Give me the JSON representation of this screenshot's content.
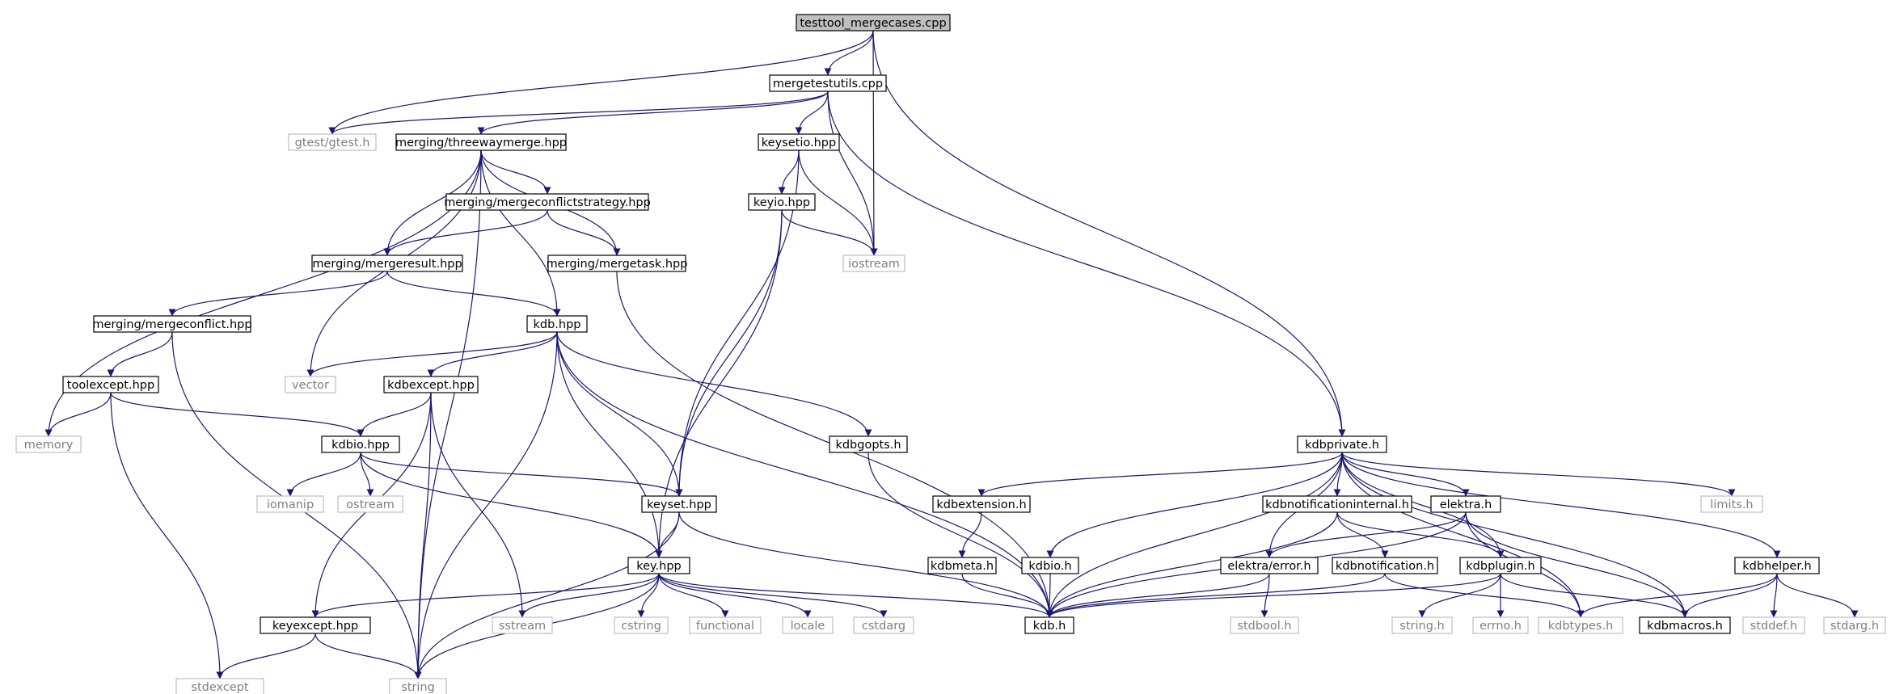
{
  "colors": {
    "edge": "#191970",
    "node_border": "#000000",
    "external_border": "#bfbfbf",
    "external_text": "#7f7f7f",
    "root_fill": "#bfbfbf",
    "text": "#000000"
  },
  "nodes": [
    {
      "id": "root",
      "label": "testtool_mergecases.cpp",
      "kind": "root"
    },
    {
      "id": "mergetestutils",
      "label": "mergetestutils.cpp",
      "kind": "normal"
    },
    {
      "id": "gtest",
      "label": "gtest/gtest.h",
      "kind": "external"
    },
    {
      "id": "threewaymerge",
      "label": "merging/threewaymerge.hpp",
      "kind": "normal"
    },
    {
      "id": "keysetio",
      "label": "keysetio.hpp",
      "kind": "normal"
    },
    {
      "id": "mcstrategy",
      "label": "merging/mergeconflictstrategy.hpp",
      "kind": "normal"
    },
    {
      "id": "keyio",
      "label": "keyio.hpp",
      "kind": "normal"
    },
    {
      "id": "mergeresult",
      "label": "merging/mergeresult.hpp",
      "kind": "normal"
    },
    {
      "id": "mergetask",
      "label": "merging/mergetask.hpp",
      "kind": "normal"
    },
    {
      "id": "iostream",
      "label": "iostream",
      "kind": "external"
    },
    {
      "id": "mergeconflict",
      "label": "merging/mergeconflict.hpp",
      "kind": "normal"
    },
    {
      "id": "kdbhpp",
      "label": "kdb.hpp",
      "kind": "normal"
    },
    {
      "id": "toolexcept",
      "label": "toolexcept.hpp",
      "kind": "normal"
    },
    {
      "id": "vector",
      "label": "vector",
      "kind": "external"
    },
    {
      "id": "kdbexcept",
      "label": "kdbexcept.hpp",
      "kind": "normal"
    },
    {
      "id": "memory",
      "label": "memory",
      "kind": "external"
    },
    {
      "id": "kdbio",
      "label": "kdbio.hpp",
      "kind": "normal"
    },
    {
      "id": "kdbgopts",
      "label": "kdbgopts.h",
      "kind": "normal"
    },
    {
      "id": "kdbprivate",
      "label": "kdbprivate.h",
      "kind": "normal"
    },
    {
      "id": "iomanip",
      "label": "iomanip",
      "kind": "external"
    },
    {
      "id": "ostream",
      "label": "ostream",
      "kind": "external"
    },
    {
      "id": "keyset",
      "label": "keyset.hpp",
      "kind": "normal"
    },
    {
      "id": "kdbextension",
      "label": "kdbextension.h",
      "kind": "normal"
    },
    {
      "id": "kdbnotifint",
      "label": "kdbnotificationinternal.h",
      "kind": "normal"
    },
    {
      "id": "elektrah",
      "label": "elektra.h",
      "kind": "normal"
    },
    {
      "id": "limits",
      "label": "limits.h",
      "kind": "external"
    },
    {
      "id": "keyhpp",
      "label": "key.hpp",
      "kind": "normal"
    },
    {
      "id": "kdbmeta",
      "label": "kdbmeta.h",
      "kind": "normal"
    },
    {
      "id": "kdbioh",
      "label": "kdbio.h",
      "kind": "normal"
    },
    {
      "id": "elektraerror",
      "label": "elektra/error.h",
      "kind": "normal"
    },
    {
      "id": "kdbnotif",
      "label": "kdbnotification.h",
      "kind": "normal"
    },
    {
      "id": "kdbplugin",
      "label": "kdbplugin.h",
      "kind": "normal"
    },
    {
      "id": "kdbhelper",
      "label": "kdbhelper.h",
      "kind": "normal"
    },
    {
      "id": "keyexcept",
      "label": "keyexcept.hpp",
      "kind": "normal"
    },
    {
      "id": "sstream",
      "label": "sstream",
      "kind": "external"
    },
    {
      "id": "cstring",
      "label": "cstring",
      "kind": "external"
    },
    {
      "id": "functional",
      "label": "functional",
      "kind": "external"
    },
    {
      "id": "locale",
      "label": "locale",
      "kind": "external"
    },
    {
      "id": "cstdarg",
      "label": "cstdarg",
      "kind": "external"
    },
    {
      "id": "kdbh",
      "label": "kdb.h",
      "kind": "normal"
    },
    {
      "id": "stdbool",
      "label": "stdbool.h",
      "kind": "external"
    },
    {
      "id": "stringh",
      "label": "string.h",
      "kind": "external"
    },
    {
      "id": "errno",
      "label": "errno.h",
      "kind": "external"
    },
    {
      "id": "kdbtypes",
      "label": "kdbtypes.h",
      "kind": "external"
    },
    {
      "id": "kdbmacros",
      "label": "kdbmacros.h",
      "kind": "normal"
    },
    {
      "id": "stddef",
      "label": "stddef.h",
      "kind": "external"
    },
    {
      "id": "stdarg",
      "label": "stdarg.h",
      "kind": "external"
    },
    {
      "id": "stdexcept",
      "label": "stdexcept",
      "kind": "external"
    },
    {
      "id": "string",
      "label": "string",
      "kind": "external"
    }
  ],
  "edges": [
    [
      "root",
      "mergetestutils"
    ],
    [
      "root",
      "gtest"
    ],
    [
      "root",
      "iostream"
    ],
    [
      "root",
      "kdbprivate"
    ],
    [
      "mergetestutils",
      "gtest"
    ],
    [
      "mergetestutils",
      "threewaymerge"
    ],
    [
      "mergetestutils",
      "keysetio"
    ],
    [
      "mergetestutils",
      "iostream"
    ],
    [
      "mergetestutils",
      "kdbprivate"
    ],
    [
      "threewaymerge",
      "mcstrategy"
    ],
    [
      "threewaymerge",
      "mergeresult"
    ],
    [
      "threewaymerge",
      "mergetask"
    ],
    [
      "threewaymerge",
      "kdbhpp"
    ],
    [
      "threewaymerge",
      "vector"
    ],
    [
      "threewaymerge",
      "memory"
    ],
    [
      "threewaymerge",
      "string"
    ],
    [
      "mcstrategy",
      "mergeresult"
    ],
    [
      "mcstrategy",
      "mergetask"
    ],
    [
      "mergeresult",
      "mergeconflict"
    ],
    [
      "mergeresult",
      "kdbhpp"
    ],
    [
      "mergetask",
      "kdbh"
    ],
    [
      "mergeconflict",
      "toolexcept"
    ],
    [
      "mergeconflict",
      "string"
    ],
    [
      "toolexcept",
      "memory"
    ],
    [
      "toolexcept",
      "kdbio"
    ],
    [
      "toolexcept",
      "stdexcept"
    ],
    [
      "keysetio",
      "keyio"
    ],
    [
      "keysetio",
      "iostream"
    ],
    [
      "keysetio",
      "keyset"
    ],
    [
      "keyio",
      "iostream"
    ],
    [
      "keyio",
      "keyset"
    ],
    [
      "keyio",
      "keyhpp"
    ],
    [
      "kdbhpp",
      "vector"
    ],
    [
      "kdbhpp",
      "kdbexcept"
    ],
    [
      "kdbhpp",
      "kdbgopts"
    ],
    [
      "kdbhpp",
      "keyset"
    ],
    [
      "kdbhpp",
      "keyhpp"
    ],
    [
      "kdbhpp",
      "kdbh"
    ],
    [
      "kdbhpp",
      "string"
    ],
    [
      "kdbexcept",
      "kdbio"
    ],
    [
      "kdbexcept",
      "keyexcept"
    ],
    [
      "kdbexcept",
      "sstream"
    ],
    [
      "kdbexcept",
      "string"
    ],
    [
      "kdbio",
      "iomanip"
    ],
    [
      "kdbio",
      "ostream"
    ],
    [
      "kdbio",
      "keyset"
    ],
    [
      "kdbio",
      "keyhpp"
    ],
    [
      "kdbgopts",
      "kdbh"
    ],
    [
      "keyset",
      "keyhpp"
    ],
    [
      "keyset",
      "kdbh"
    ],
    [
      "keyset",
      "string"
    ],
    [
      "keyhpp",
      "keyexcept"
    ],
    [
      "keyhpp",
      "sstream"
    ],
    [
      "keyhpp",
      "cstring"
    ],
    [
      "keyhpp",
      "functional"
    ],
    [
      "keyhpp",
      "locale"
    ],
    [
      "keyhpp",
      "cstdarg"
    ],
    [
      "keyhpp",
      "kdbh"
    ],
    [
      "keyhpp",
      "string"
    ],
    [
      "keyexcept",
      "stdexcept"
    ],
    [
      "keyexcept",
      "string"
    ],
    [
      "kdbprivate",
      "kdbextension"
    ],
    [
      "kdbprivate",
      "kdbnotifint"
    ],
    [
      "kdbprivate",
      "elektrah"
    ],
    [
      "kdbprivate",
      "limits"
    ],
    [
      "kdbprivate",
      "kdbioh"
    ],
    [
      "kdbprivate",
      "elektraerror"
    ],
    [
      "kdbprivate",
      "kdbplugin"
    ],
    [
      "kdbprivate",
      "kdbh"
    ],
    [
      "kdbprivate",
      "kdbtypes"
    ],
    [
      "kdbprivate",
      "kdbmacros"
    ],
    [
      "kdbprivate",
      "kdbhelper"
    ],
    [
      "kdbextension",
      "kdbmeta"
    ],
    [
      "kdbmeta",
      "kdbh"
    ],
    [
      "kdbioh",
      "kdbh"
    ],
    [
      "kdbnotifint",
      "kdbnotif"
    ],
    [
      "kdbnotifint",
      "kdbplugin"
    ],
    [
      "kdbnotifint",
      "kdbh"
    ],
    [
      "elektrah",
      "elektraerror"
    ],
    [
      "elektrah",
      "kdbtypes"
    ],
    [
      "elektrah",
      "kdbmacros"
    ],
    [
      "elektrah",
      "kdbh"
    ],
    [
      "elektraerror",
      "kdbh"
    ],
    [
      "elektraerror",
      "stdbool"
    ],
    [
      "kdbnotif",
      "kdbh"
    ],
    [
      "kdbnotif",
      "kdbtypes"
    ],
    [
      "kdbplugin",
      "kdbh"
    ],
    [
      "kdbplugin",
      "stringh"
    ],
    [
      "kdbplugin",
      "errno"
    ],
    [
      "kdbplugin",
      "kdbmacros"
    ],
    [
      "kdbhelper",
      "kdbtypes"
    ],
    [
      "kdbhelper",
      "kdbmacros"
    ],
    [
      "kdbhelper",
      "stddef"
    ],
    [
      "kdbhelper",
      "stdarg"
    ]
  ]
}
